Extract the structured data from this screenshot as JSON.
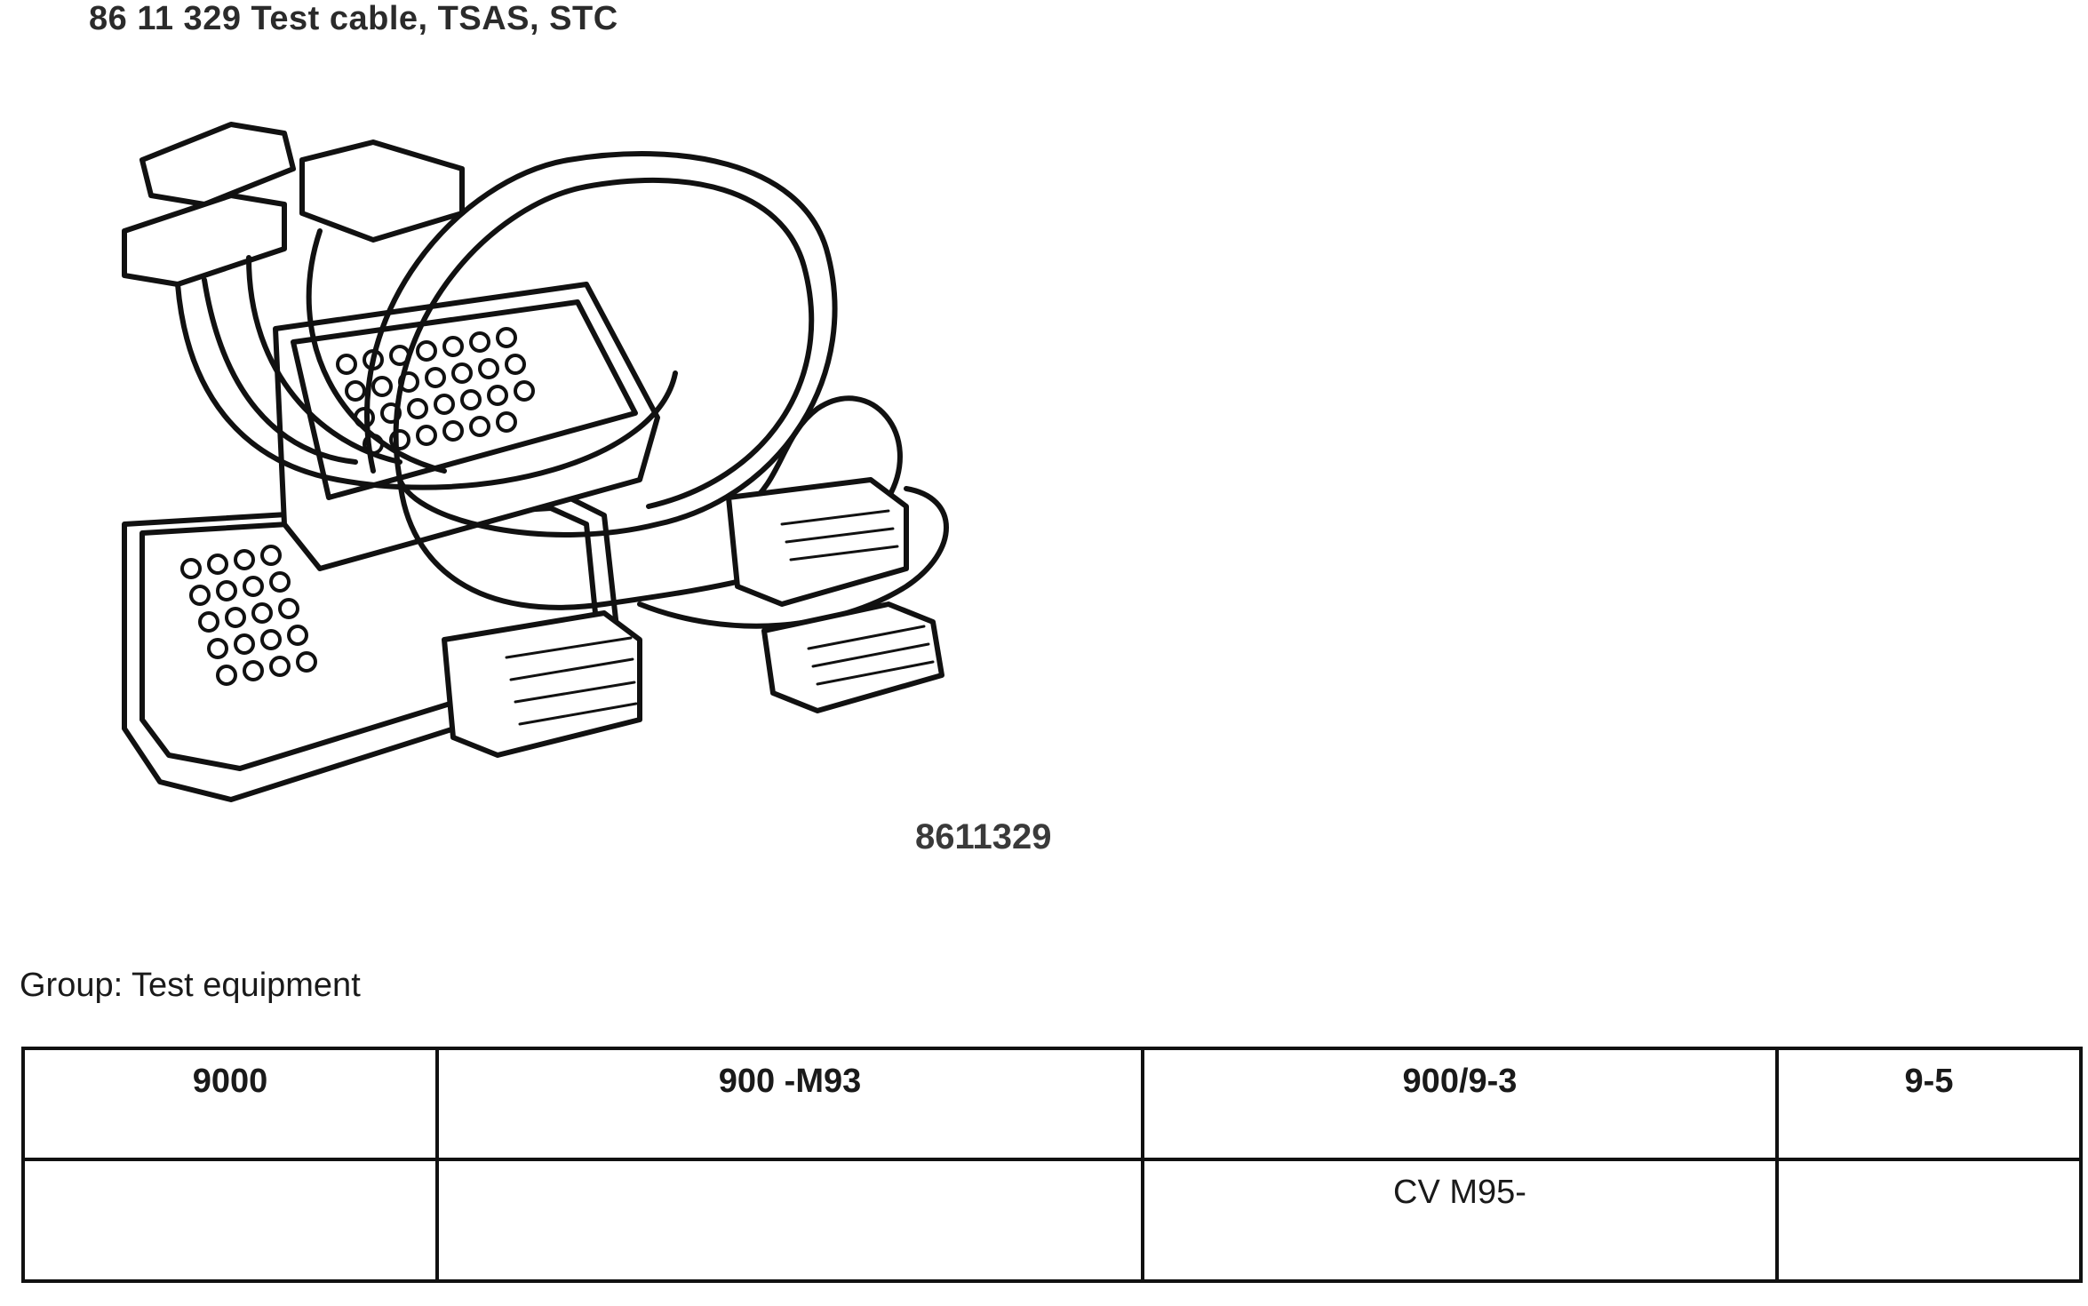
{
  "document": {
    "title": "86 11 329 Test cable, TSAS, STC",
    "figure_number": "8611329",
    "group_line": "Group: Test equipment"
  },
  "table": {
    "headers": [
      "9000",
      "900 -M93",
      "900/9-3",
      "9-5"
    ],
    "rows": [
      [
        "",
        "",
        "CV M95-",
        ""
      ]
    ]
  }
}
